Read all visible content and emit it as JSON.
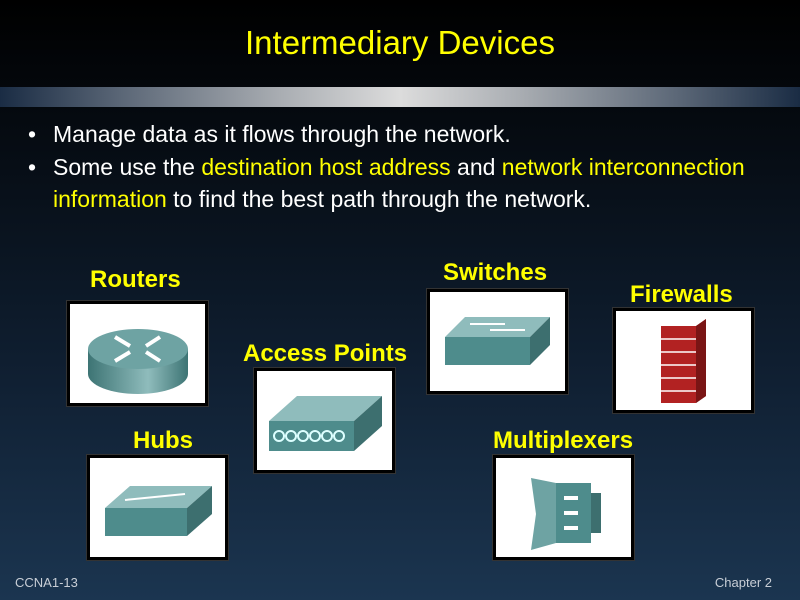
{
  "title": "Intermediary Devices",
  "bullets": [
    {
      "parts": [
        "Manage data as it flows through the network."
      ]
    },
    {
      "parts": [
        "Some use the ",
        "destination host address",
        " and ",
        "network interconnection information",
        " to find the best path through the network."
      ]
    }
  ],
  "devices": {
    "routers": "Routers",
    "switches": "Switches",
    "firewalls": "Firewalls",
    "access_points": "Access Points",
    "hubs": "Hubs",
    "multiplexers": "Multiplexers"
  },
  "footer": {
    "left": "CCNA1-13",
    "right": "Chapter 2"
  },
  "colors": {
    "accent": "#ffff00",
    "device": "#4e8c8c"
  }
}
